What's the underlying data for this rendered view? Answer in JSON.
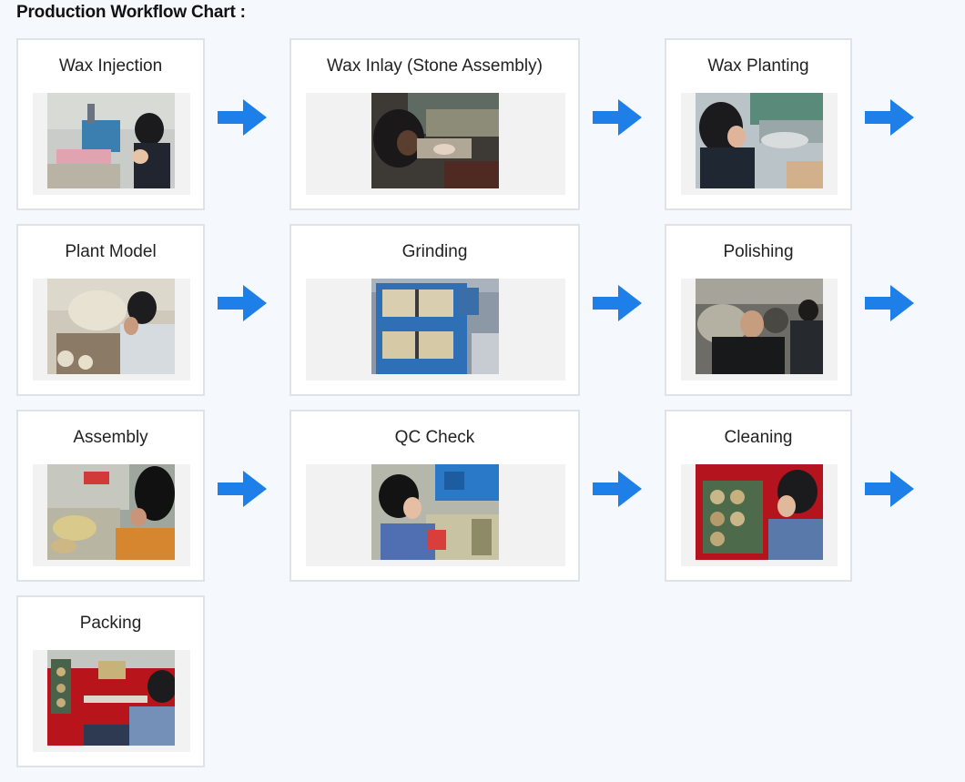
{
  "page": {
    "title": "Production Workflow Chart :"
  },
  "colors": {
    "background": "#f5f9fd",
    "card_border": "#dde3e8",
    "arrow": "#1e7fe8"
  },
  "steps": [
    {
      "label": "Wax Injection",
      "icon": "worker-at-wax-injector-photo"
    },
    {
      "label": "Wax Inlay (Stone Assembly)",
      "icon": "worker-setting-stones-photo"
    },
    {
      "label": "Wax Planting",
      "icon": "worker-planting-wax-tree-photo"
    },
    {
      "label": "Plant Model",
      "icon": "worker-at-model-bench-photo"
    },
    {
      "label": "Grinding",
      "icon": "grinding-machine-photo"
    },
    {
      "label": "Polishing",
      "icon": "workers-polishing-photo"
    },
    {
      "label": "Assembly",
      "icon": "worker-assembling-parts-photo"
    },
    {
      "label": "QC Check",
      "icon": "worker-inspecting-photo"
    },
    {
      "label": "Cleaning",
      "icon": "worker-cleaning-trays-photo"
    },
    {
      "label": "Packing",
      "icon": "worker-packing-photo"
    }
  ],
  "arrow_icon": "arrow-right-icon"
}
